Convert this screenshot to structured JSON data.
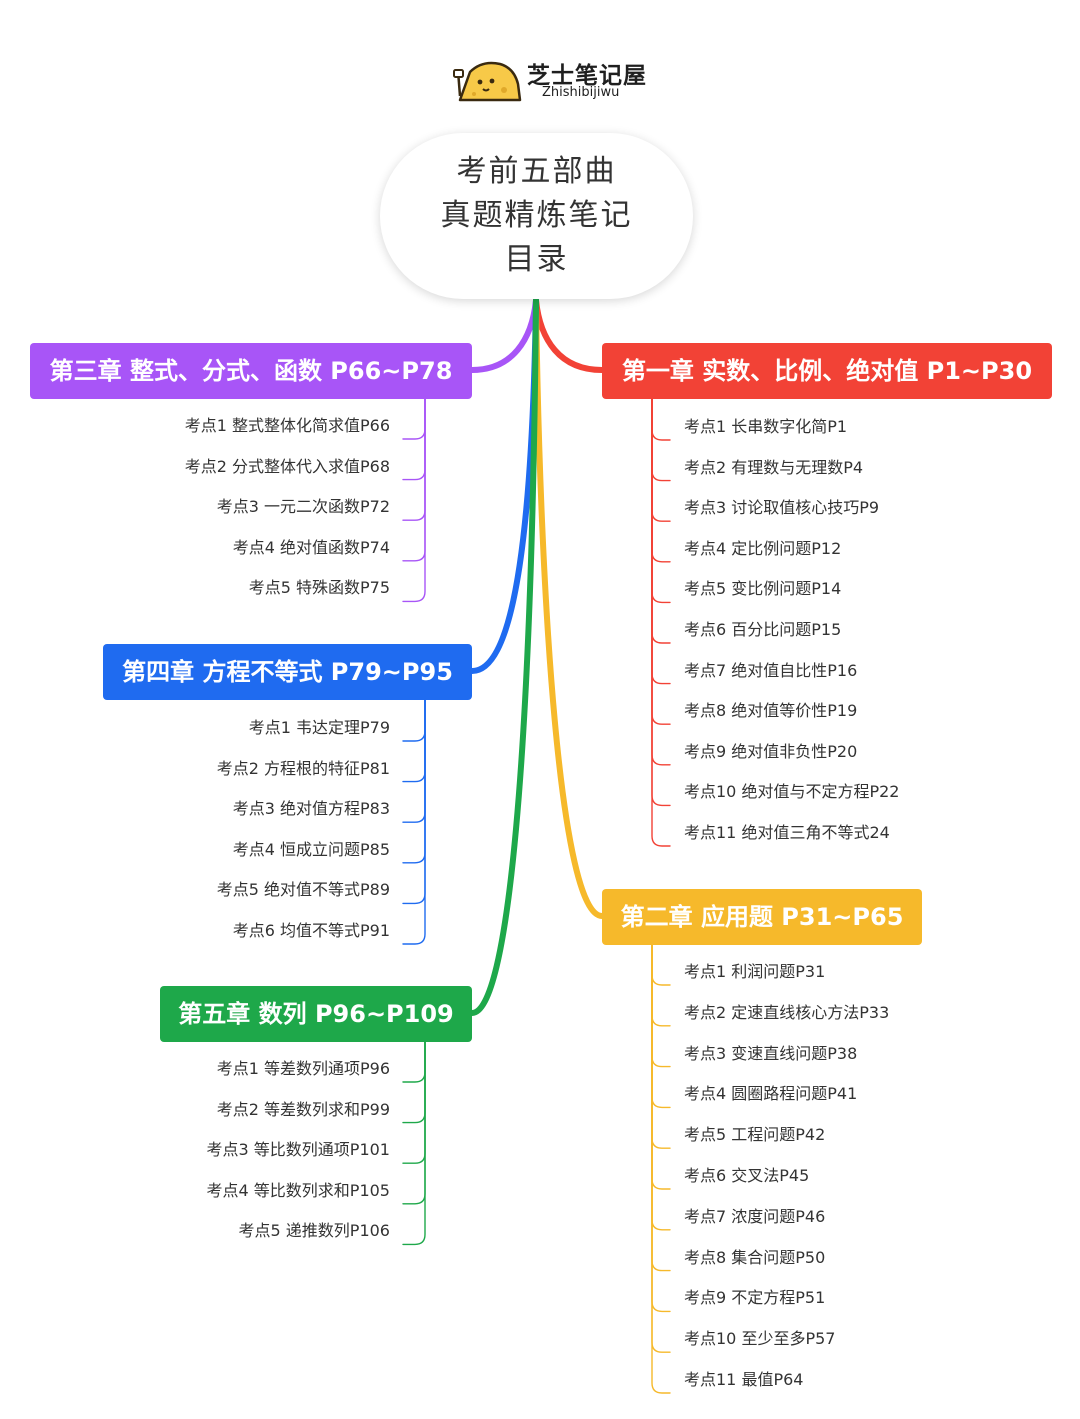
{
  "brand": {
    "name_cn": "芝士笔记屋",
    "name_en": "Zhishibijiwu"
  },
  "center": {
    "lines": [
      "考前五部曲",
      "真题精炼笔记",
      "目录"
    ]
  },
  "colors": {
    "ch1": "#f24236",
    "ch2": "#f6b92b",
    "ch3": "#a855f7",
    "ch4": "#1f6bf0",
    "ch5": "#1ea84a"
  },
  "chapters": {
    "ch1": {
      "title": "第一章 实数、比例、绝对值 P1~P30",
      "items": [
        "考点1 长串数字化简P1",
        "考点2 有理数与无理数P4",
        "考点3 讨论取值核心技巧P9",
        "考点4 定比例问题P12",
        "考点5 变比例问题P14",
        "考点6 百分比问题P15",
        "考点7 绝对值自比性P16",
        "考点8 绝对值等价性P19",
        "考点9 绝对值非负性P20",
        "考点10 绝对值与不定方程P22",
        "考点11 绝对值三角不等式24"
      ]
    },
    "ch2": {
      "title": "第二章 应用题 P31~P65",
      "items": [
        "考点1 利润问题P31",
        "考点2 定速直线核心方法P33",
        "考点3 变速直线问题P38",
        "考点4 圆圈路程问题P41",
        "考点5 工程问题P42",
        "考点6 交叉法P45",
        "考点7 浓度问题P46",
        "考点8 集合问题P50",
        "考点9 不定方程P51",
        "考点10 至少至多P57",
        "考点11 最值P64"
      ]
    },
    "ch3": {
      "title": "第三章 整式、分式、函数 P66~P78",
      "items": [
        "考点1 整式整体化简求值P66",
        "考点2 分式整体代入求值P68",
        "考点3 一元二次函数P72",
        "考点4 绝对值函数P74",
        "考点5 特殊函数P75"
      ]
    },
    "ch4": {
      "title": "第四章 方程不等式 P79~P95",
      "items": [
        "考点1 韦达定理P79",
        "考点2 方程根的特征P81",
        "考点3 绝对值方程P83",
        "考点4 恒成立问题P85",
        "考点5 绝对值不等式P89",
        "考点6 均值不等式P91"
      ]
    },
    "ch5": {
      "title": "第五章 数列 P96~P109",
      "items": [
        "考点1 等差数列通项P96",
        "考点2 等差数列求和P99",
        "考点3 等比数列通项P101",
        "考点4 等比数列求和P105",
        "考点5 递推数列P106"
      ]
    }
  }
}
